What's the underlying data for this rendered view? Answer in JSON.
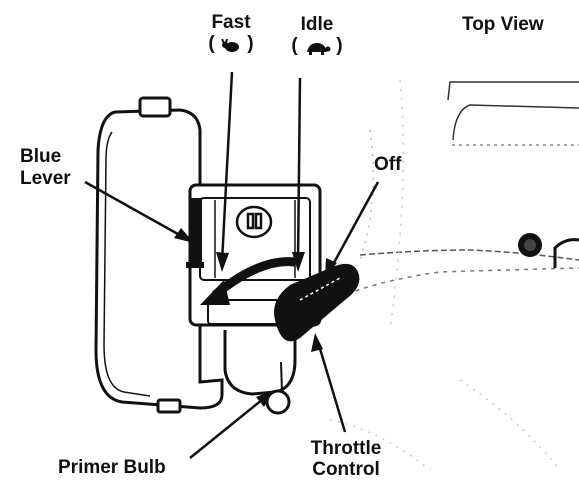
{
  "labels": {
    "fast": "Fast",
    "fast_symbol_left": "(",
    "fast_symbol_right": ")",
    "idle": "Idle",
    "idle_symbol_left": "(",
    "idle_symbol_right": ")",
    "top_view": "Top View",
    "blue_lever_line1": "Blue",
    "blue_lever_line2": "Lever",
    "off": "Off",
    "primer_bulb": "Primer Bulb",
    "throttle_line1": "Throttle",
    "throttle_line2": "Control"
  },
  "icons": {
    "fast": "rabbit-icon",
    "idle": "turtle-icon"
  },
  "colors": {
    "ink": "#111111"
  }
}
